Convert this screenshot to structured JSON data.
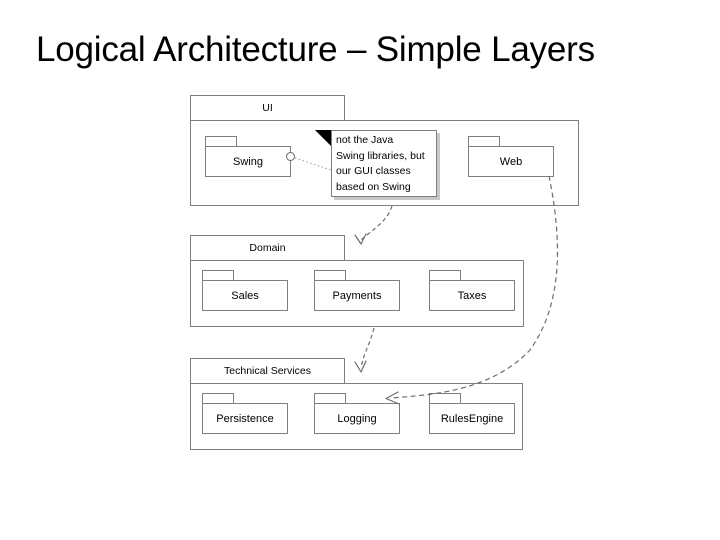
{
  "slide": {
    "title": "Logical Architecture – Simple Layers"
  },
  "layers": [
    {
      "name": "UI",
      "label": "UI",
      "packages": [
        {
          "name": "Swing",
          "label": "Swing"
        },
        {
          "name": "Web",
          "label": "Web"
        }
      ]
    },
    {
      "name": "Domain",
      "label": "Domain",
      "packages": [
        {
          "name": "Sales",
          "label": "Sales"
        },
        {
          "name": "Payments",
          "label": "Payments"
        },
        {
          "name": "Taxes",
          "label": "Taxes"
        }
      ]
    },
    {
      "name": "TechnicalServices",
      "label": "Technical Services",
      "packages": [
        {
          "name": "Persistence",
          "label": "Persistence"
        },
        {
          "name": "Logging",
          "label": "Logging"
        },
        {
          "name": "RulesEngine",
          "label": "RulesEngine"
        }
      ]
    }
  ],
  "note": {
    "lines": [
      "not the Java",
      "Swing libraries, but",
      "our GUI classes",
      "based on Swing"
    ],
    "line1": "not the Java",
    "line2": "Swing libraries, but",
    "line3": "our GUI classes",
    "line4": "based on Swing",
    "anchored_to": "Swing"
  },
  "dependencies": [
    {
      "from": "UI",
      "to": "Domain",
      "style": "dashed"
    },
    {
      "from": "Domain",
      "to": "TechnicalServices",
      "style": "dashed"
    },
    {
      "from": "Web",
      "to": "Logging",
      "style": "dashed"
    }
  ],
  "colors": {
    "background": "#ffffff",
    "border": "#7f7f7f",
    "text": "#000000",
    "connector": "#808080",
    "note_fold": "#000000"
  }
}
